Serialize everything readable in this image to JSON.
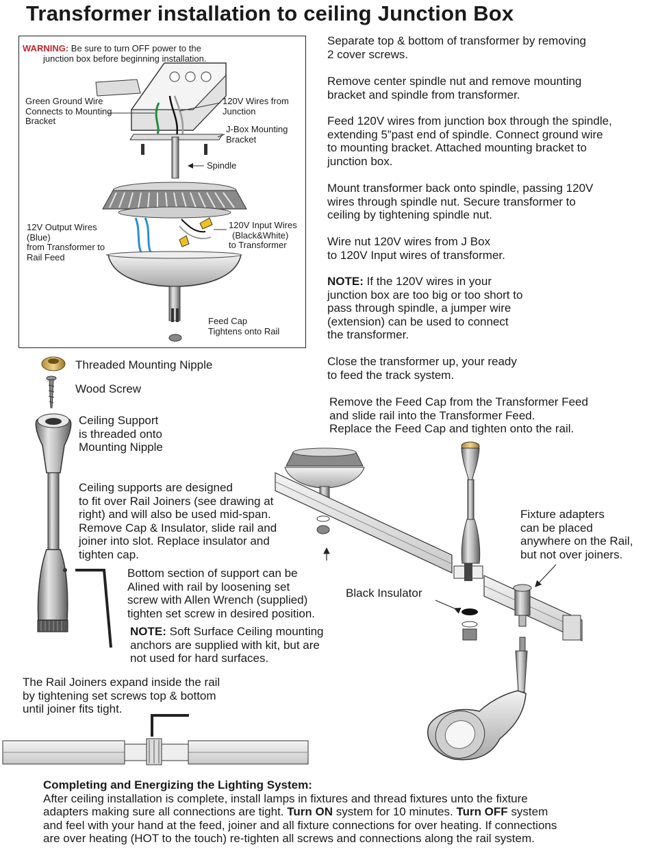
{
  "title": "Transformer installation to ceiling Junction Box",
  "inset": {
    "warning_label": "WARNING:",
    "warning_line1": " Be sure to turn OFF power to the",
    "warning_line2": "junction box before beginning installation.",
    "green_ground": [
      "Green Ground Wire",
      "Connects to Mounting",
      "Bracket"
    ],
    "wires_from_junction": [
      "120V Wires from",
      "Junction"
    ],
    "jbox_bracket": [
      "J-Box Mounting",
      "Bracket"
    ],
    "spindle": "Spindle",
    "output_wires": [
      "12V Output Wires",
      "(Blue)",
      "from Transformer to",
      "Rail Feed"
    ],
    "input_wires": [
      "120V Input Wires",
      "(Black&White)",
      "to Transformer"
    ],
    "feed_cap": [
      "Feed Cap",
      "Tightens onto Rail"
    ]
  },
  "steps": [
    [
      "Separate top & bottom of transformer by removing",
      "2 cover screws."
    ],
    [
      "Remove center spindle nut and remove mounting",
      "bracket and spindle from transformer."
    ],
    [
      "Feed 120V wires from junction box through the spindle,",
      "extending 5”past end of spindle. Connect ground wire",
      "to mounting bracket. Attached mounting bracket to",
      "junction box."
    ],
    [
      "Mount transformer back onto spindle, passing 120V",
      "wires through spindle nut. Secure transformer to",
      "ceiling by tightening spindle nut."
    ],
    [
      "Wire nut 120V wires from J Box",
      "to 120V Input wires of transformer."
    ]
  ],
  "note1": {
    "label": "NOTE:",
    "lines": [
      " If the 120V wires in your",
      "junction box are too big or too short to",
      "pass through spindle, a jumper wire",
      "(extension) can be used to connect",
      "the transformer."
    ]
  },
  "close_step": [
    "Close the transformer up, your ready",
    "to feed the track system."
  ],
  "feed_cap_step": [
    "Remove the Feed Cap from the Transformer Feed",
    "and slide rail into the Transformer Feed.",
    "Replace the Feed Cap and tighten onto the rail."
  ],
  "parts": {
    "nipple": "Threaded Mounting Nipple",
    "wood_screw": "Wood Screw",
    "ceiling_support": [
      "Ceiling Support",
      "is threaded onto",
      "Mounting Nipple"
    ]
  },
  "ceiling_supports_desc": [
    "Ceiling supports are designed",
    "to fit over Rail Joiners (see drawing at",
    "right) and will also be used mid-span.",
    "Remove Cap & Insulator, slide rail and",
    "joiner into slot. Replace insulator and",
    "tighten cap."
  ],
  "bottom_section": [
    "Bottom section of support can be",
    "Alined with rail by loosening set",
    "screw with Allen Wrench (supplied)",
    "tighten set screw in desired position."
  ],
  "note2": {
    "label": "NOTE:",
    "lines": [
      " Soft Surface Ceiling mounting",
      "anchors are supplied with kit, but are",
      "not used for hard surfaces."
    ]
  },
  "black_insulator": "Black Insulator",
  "fixture_adapters": [
    "Fixture adapters",
    "can be placed",
    "anywhere on the Rail,",
    "but not over joiners."
  ],
  "rail_joiners": [
    "The Rail Joiners expand inside the rail",
    "by tightening set screws top & bottom",
    "until joiner fits tight."
  ],
  "completing": {
    "heading": "Completing and Energizing the Lighting System:",
    "p1": "After ceiling installation is complete, install lamps in fixtures and thread fixtures unto the fixture",
    "p2": "adapters making sure all connections are tight. ",
    "turn_on": "Turn ON",
    "p3": " system for 10 minutes. ",
    "turn_off": "Turn OFF",
    "p4": " system",
    "p5": "and feel with your hand at the feed, joiner and all fixture connections for over heating. If connections",
    "p6": "are over heating (HOT to the touch) re-tighten all screws and connections along the rail system."
  }
}
